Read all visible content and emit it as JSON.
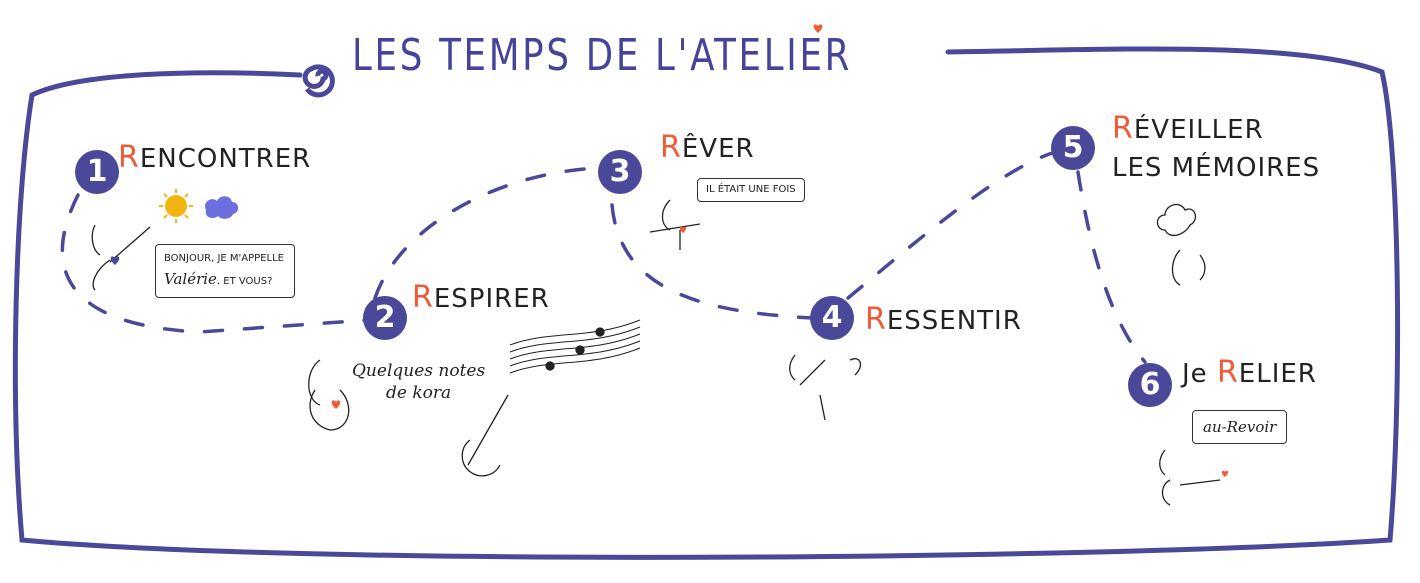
{
  "title": "LES TEMPS DE L'ATELIER",
  "colors": {
    "primary": "#4a4899",
    "accent": "#ef5b37",
    "sun": "#f2b40f",
    "cloud": "#6b6fe0"
  },
  "steps": [
    {
      "number": "1",
      "prefix": "",
      "initial": "R",
      "rest": "ENCONTRER"
    },
    {
      "number": "2",
      "prefix": "",
      "initial": "R",
      "rest": "ESPIRER"
    },
    {
      "number": "3",
      "prefix": "",
      "initial": "R",
      "rest": "ÊVER"
    },
    {
      "number": "4",
      "prefix": "",
      "initial": "R",
      "rest": "ESSENTIR"
    },
    {
      "number": "5",
      "prefix": "",
      "initial": "R",
      "rest": "ÉVEILLER",
      "line2": "LES MÉMOIRES"
    },
    {
      "number": "6",
      "prefix": "Je ",
      "initial": "R",
      "rest": "ELIER"
    }
  ],
  "bubbles": {
    "step1_line1": "BONJOUR, JE M'APPELLE",
    "step1_name": "Valérie",
    "step1_line2": ". ET VOUS?",
    "step3": "IL ÉTAIT UNE FOIS",
    "step6": "au-Revoir"
  },
  "notes": {
    "step2_line1": "Quelques notes",
    "step2_line2": "de kora"
  }
}
